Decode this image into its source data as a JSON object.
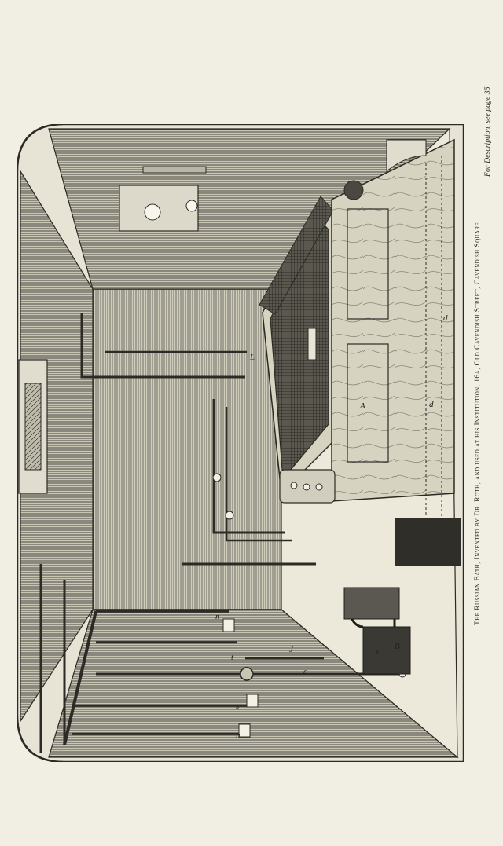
{
  "caption": {
    "main": "The Russian Bath, Invented by Dr. Roth, and used at his Institution, 16a, Old Cavendish Street, Cavendish Square.",
    "reference": "For Description, see page 35."
  },
  "plate_labels": {
    "a": "A",
    "b": "B",
    "d": "d",
    "d2": "d",
    "o": "o",
    "t": "t",
    "n": "n",
    "s": "s",
    "u": "u",
    "J": "J",
    "L": "L",
    "z": "z"
  },
  "colors": {
    "paper": "#f1efe3",
    "ink": "#2c2a24"
  }
}
